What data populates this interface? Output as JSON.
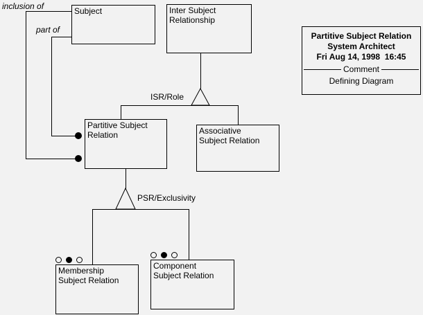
{
  "nodes": {
    "subject": {
      "lines": [
        "Subject"
      ]
    },
    "inter_subject_relationship": {
      "lines": [
        "Inter Subject",
        "Relationship"
      ]
    },
    "partitive_subject_relation": {
      "lines": [
        "Partitive Subject",
        "Relation"
      ]
    },
    "associative_subject_relation": {
      "lines": [
        "Associative",
        "Subject Relation"
      ]
    },
    "membership_subject_relation": {
      "lines": [
        "Membership",
        "Subject Relation"
      ]
    },
    "component_subject_relation": {
      "lines": [
        "Component",
        "Subject Relation"
      ]
    }
  },
  "edge_labels": {
    "inclusion_of": "inclusion of",
    "part_of": "part of",
    "isr_role": "ISR/Role",
    "psr_exclusivity": "PSR/Exclusivity"
  },
  "info_box": {
    "title": "Partitive Subject Relation",
    "app": "System Architect",
    "timestamp": "Fri Aug 14, 1998  16:45",
    "divider_label": "Comment",
    "description": "Defining Diagram"
  }
}
